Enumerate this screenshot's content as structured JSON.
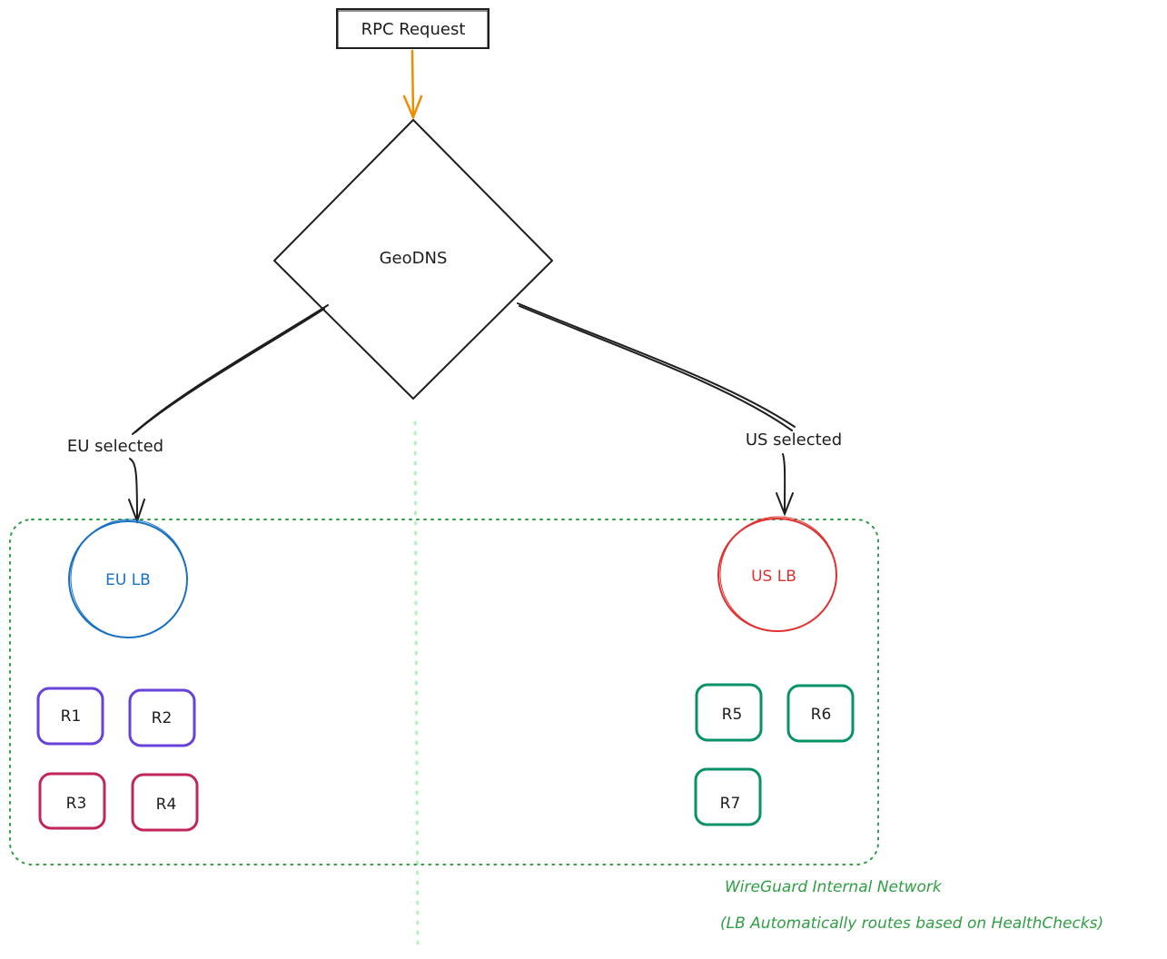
{
  "request": {
    "label": "RPC Request"
  },
  "decision": {
    "label": "GeoDNS"
  },
  "edges": {
    "eu_label": "EU selected",
    "us_label": "US selected"
  },
  "eu": {
    "lb_label": "EU LB",
    "nodes": [
      "R1",
      "R2",
      "R3",
      "R4"
    ]
  },
  "us": {
    "lb_label": "US LB",
    "nodes": [
      "R5",
      "R6",
      "R7"
    ]
  },
  "network": {
    "title": "WireGuard Internal Network",
    "subtitle": "(LB Automatically routes based on HealthChecks)"
  },
  "colors": {
    "ink": "#1e1e1e",
    "arrow_request": "#f08c00",
    "eu_lb": "#1971c2",
    "us_lb": "#e03131",
    "purple_node": "#6741d9",
    "magenta_node": "#c2255c",
    "green_node": "#099268",
    "network_border": "#2f9e44",
    "divider": "#b2f2bb",
    "network_text": "#2f9e44"
  }
}
